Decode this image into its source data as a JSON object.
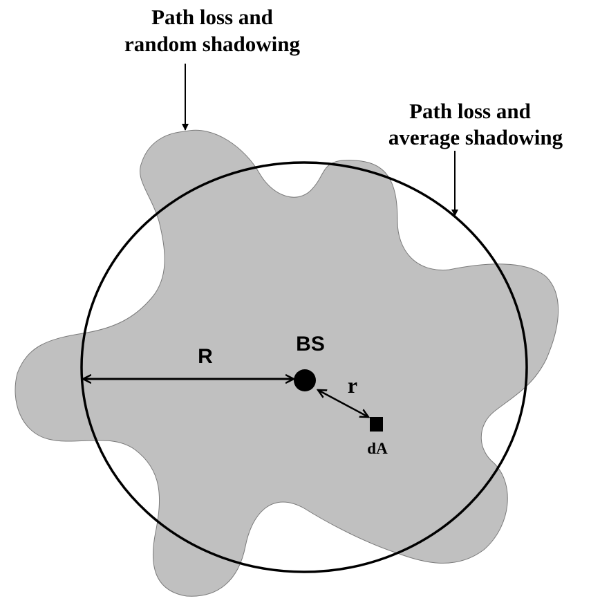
{
  "labels": {
    "random_shadowing_line1": "Path loss and",
    "random_shadowing_line2": "random shadowing",
    "average_shadowing_line1": "Path loss and",
    "average_shadowing_line2": "average shadowing",
    "radius": "R",
    "base_station": "BS",
    "distance": "r",
    "area_element": "dA"
  },
  "colors": {
    "shadow_region_fill": "#c0c0c0",
    "outline": "#000000",
    "background": "#ffffff"
  }
}
